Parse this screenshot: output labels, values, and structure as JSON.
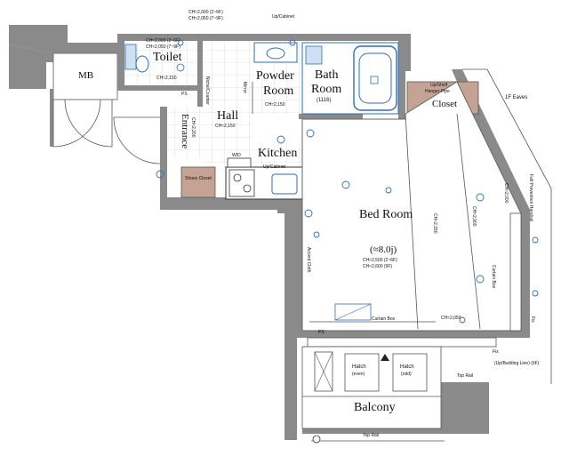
{
  "rooms": {
    "toilet": "Toilet",
    "powder": "Powder",
    "powder_room": "Room",
    "bath": "Bath",
    "bath_room": "Room",
    "bath_size": "(1116)",
    "hall": "Hall",
    "entrance": "Entrance",
    "kitchen": "Kitchen",
    "bedroom": "Bed Room",
    "bedroom_size": "(≈8.0j)",
    "balcony": "Balcony",
    "closet": "Closet",
    "shoes_closet": "Shoes Closet",
    "mb": "MB",
    "ps_left": "PS",
    "ps_bottom": "PS",
    "eaves": "1F Eaves"
  },
  "notes": {
    "ch_top_1": "CH≈2,000 (2~6F)",
    "ch_top_2": "CH≈2,050 (7~9F)",
    "up_cabinet_top": "Up/Cabinet",
    "toilet_ch_1": "CH≈2,000 (2~6F)",
    "toilet_ch_2": "CH≈2,050 (7~9F)",
    "toilet_ch_3": "CH≈2,150",
    "powder_ch": "CH≈2,150",
    "hall_ch": "CH≈2,150",
    "entrance_ch": "CH≈2,200",
    "wd": "W/D",
    "up_cabinet_kitchen": "Up/Cabinet",
    "closet_up": "Up/Shelf",
    "closet_hanger": "Hanger Pipe",
    "bed_ch_1": "CH≈2,500 (2~6F)",
    "bed_ch_2": "CH≈2,600 (9F)",
    "ch_2150_a": "CH≈2,150",
    "ch_2900": "CH≈2,900",
    "ch_2050": "CH≈2,050",
    "ch_2000": "CH≈2,000",
    "curtain_box_h": "Curtain Box",
    "curtain_box_v": "Curtain Box",
    "accent_cloth": "Accent Cloth",
    "fall_handrail": "Fall Prevention Handrail",
    "fix_1": "Fix",
    "fix_2": "Fix",
    "hatch_1": "Hatch",
    "hatch_1_sub": "(even)",
    "hatch_2": "Hatch",
    "hatch_2_sub": "(odd)",
    "up_building_line": "(Up/Building Line) (9F)",
    "top_rail_1": "Top Rail",
    "top_rail_2": "Top Rail",
    "mirror": "Mirror",
    "nitch": "Niche/Counter"
  },
  "colors": {
    "wall": "#8a8a8a",
    "wall_dark": "#6e6e6e",
    "tile_line": "#c9c9c9",
    "fixture_blue": "#2f6fb3",
    "closet_fill": "#c4a394",
    "floor": "#ffffff"
  }
}
